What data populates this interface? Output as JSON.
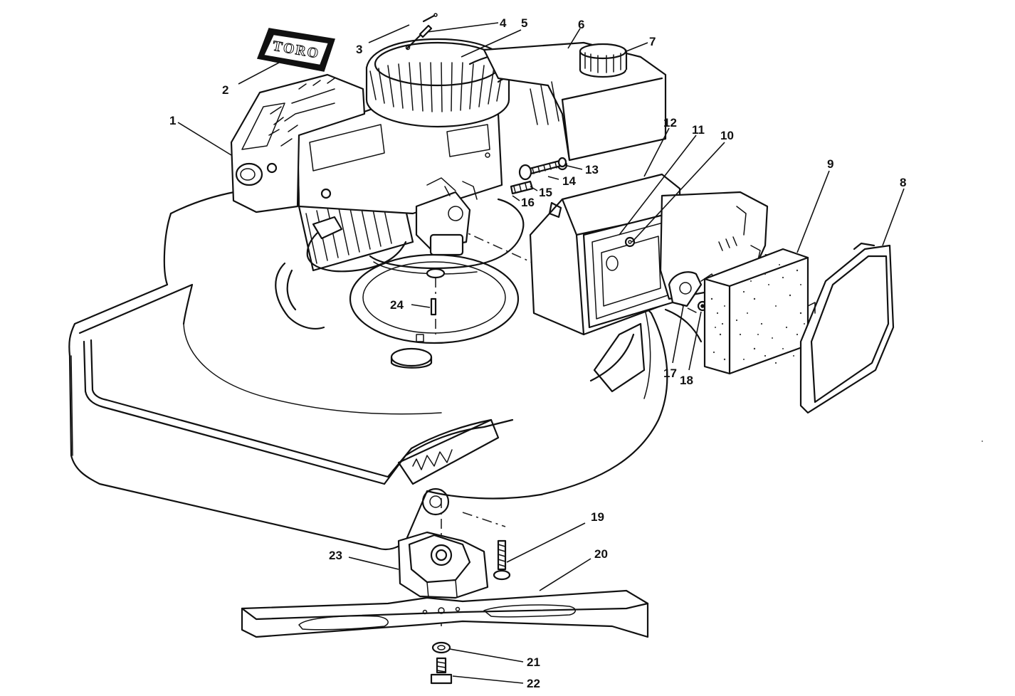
{
  "logo": {
    "text": "TORO"
  },
  "callouts": [
    {
      "id": "1",
      "label": "1"
    },
    {
      "id": "2",
      "label": "2"
    },
    {
      "id": "3",
      "label": "3"
    },
    {
      "id": "4",
      "label": "4"
    },
    {
      "id": "5",
      "label": "5"
    },
    {
      "id": "6",
      "label": "6"
    },
    {
      "id": "7",
      "label": "7"
    },
    {
      "id": "8",
      "label": "8"
    },
    {
      "id": "9",
      "label": "9"
    },
    {
      "id": "10",
      "label": "10"
    },
    {
      "id": "11",
      "label": "11"
    },
    {
      "id": "12",
      "label": "12"
    },
    {
      "id": "13",
      "label": "13"
    },
    {
      "id": "14",
      "label": "14"
    },
    {
      "id": "15",
      "label": "15"
    },
    {
      "id": "16",
      "label": "16"
    },
    {
      "id": "17",
      "label": "17"
    },
    {
      "id": "18",
      "label": "18"
    },
    {
      "id": "19",
      "label": "19"
    },
    {
      "id": "20",
      "label": "20"
    },
    {
      "id": "21",
      "label": "21"
    },
    {
      "id": "22",
      "label": "22"
    },
    {
      "id": "23",
      "label": "23"
    },
    {
      "id": "24",
      "label": "24"
    }
  ]
}
